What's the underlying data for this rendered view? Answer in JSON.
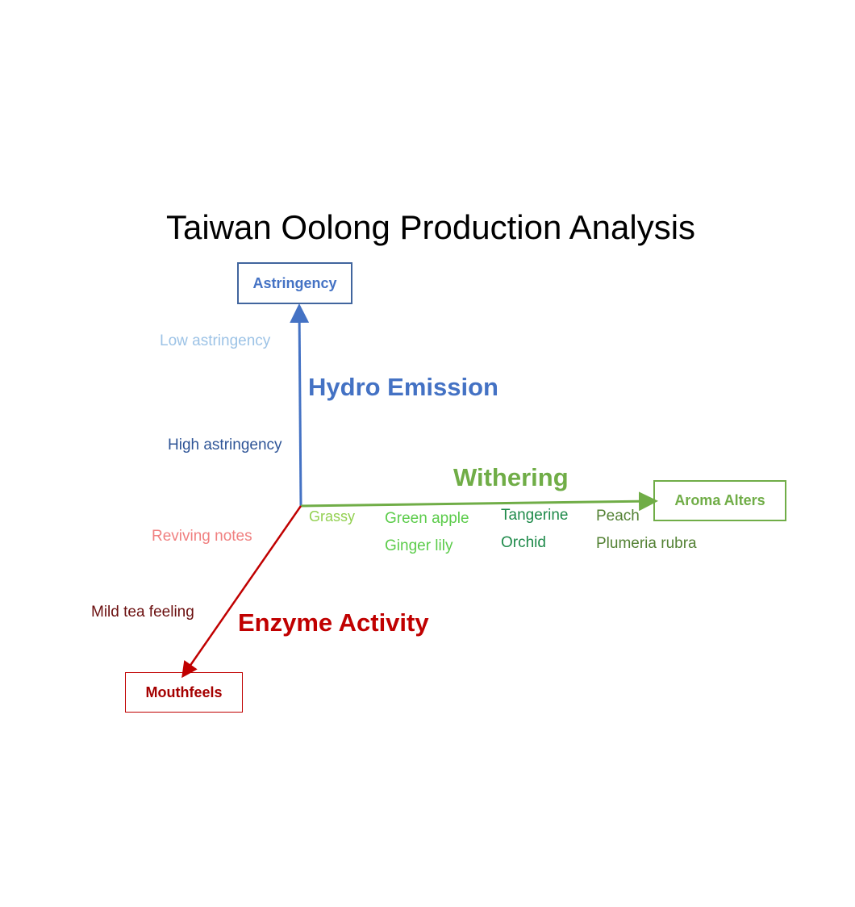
{
  "title": "Taiwan Oolong Production Analysis",
  "axes": {
    "vertical": {
      "end_label": "Astringency",
      "process": "Hydro Emission",
      "color": "#4472c4",
      "notes": [
        "Low astringency",
        "High astringency"
      ]
    },
    "horizontal": {
      "end_label": "Aroma Alters",
      "process": "Withering",
      "color": "#70ad47",
      "notes": [
        "Grassy",
        "Green apple",
        "Ginger lily",
        "Tangerine",
        "Orchid",
        "Peach",
        "Plumeria rubra"
      ]
    },
    "diagonal": {
      "end_label": "Mouthfeels",
      "process": "Enzyme Activity",
      "color": "#c00000",
      "notes": [
        "Reviving notes",
        "Mild tea feeling"
      ]
    }
  }
}
